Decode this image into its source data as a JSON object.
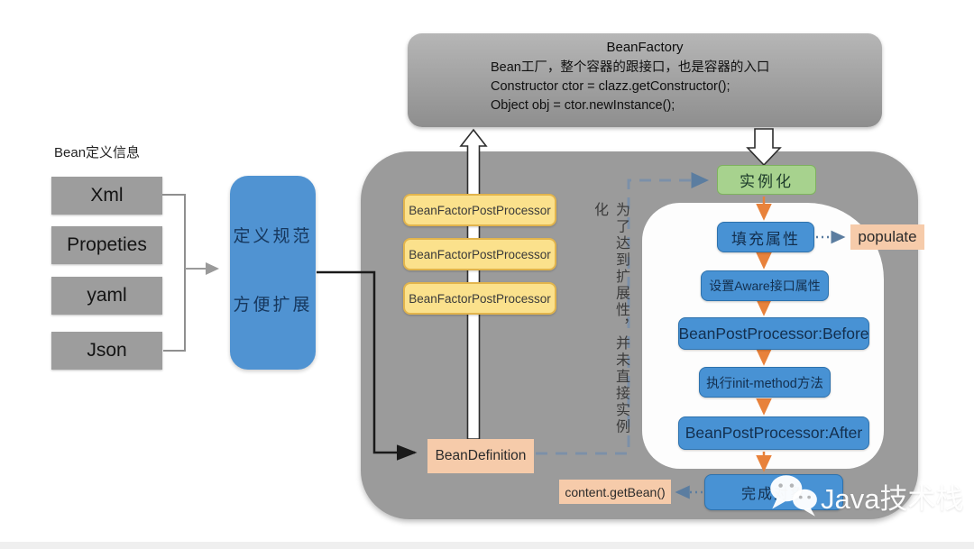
{
  "bean_factory": {
    "title": "BeanFactory",
    "line1": "Bean工厂，整个容器的跟接口，也是容器的入口",
    "line2": "Constructor ctor = clazz.getConstructor();",
    "line3": "Object obj = ctor.newInstance();"
  },
  "sources": {
    "label": "Bean定义信息",
    "items": [
      "Xml",
      "Propeties",
      "yaml",
      "Json"
    ]
  },
  "spec": {
    "line1": "定义规范",
    "line2": "方便扩展"
  },
  "processors": [
    "BeanFactorPostProcessor",
    "BeanFactorPostProcessor",
    "BeanFactorPostProcessor"
  ],
  "note_vertical": "为了达到扩展性，并未直接实例化",
  "lifecycle": {
    "instantiate": "实例化",
    "steps": [
      "填充属性",
      "设置Aware接口属性",
      "BeanPostProcessor:Before",
      "执行init-method方法",
      "BeanPostProcessor:After"
    ],
    "complete": "完成对象"
  },
  "labels": {
    "populate": "populate",
    "bean_definition": "BeanDefinition",
    "get_bean": "content.getBean()"
  },
  "watermark": "Java技术栈",
  "colors": {
    "container_gray": "#9b9b9b",
    "box_gray": "#9d9d9d",
    "flow_blue": "#4892d4",
    "spec_blue": "#5093d2",
    "processor_yellow": "#fbe18c",
    "instantiate_green": "#a7d28e",
    "peach": "#f6cbaa",
    "arrow_orange": "#e8823b",
    "dashed_slate": "#7c90a8"
  }
}
